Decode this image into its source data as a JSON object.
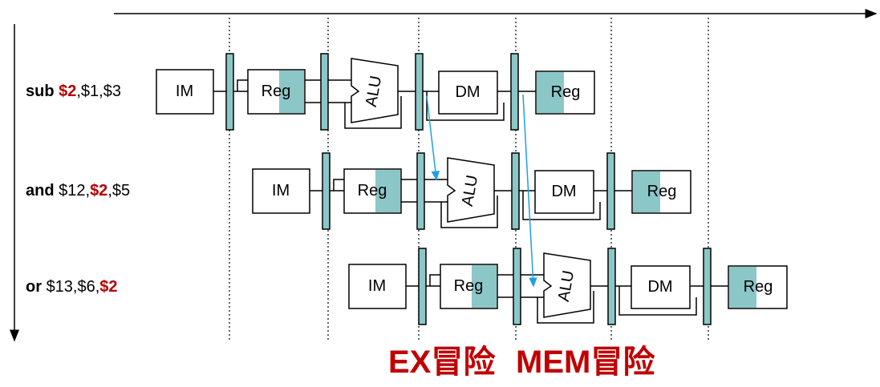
{
  "instructions": [
    {
      "op": "sub",
      "parts": [
        {
          "text": "$2",
          "highlight": true
        },
        {
          "text": ",$1,$3",
          "highlight": false
        }
      ]
    },
    {
      "op": "and",
      "parts": [
        {
          "text": "$12,",
          "highlight": false
        },
        {
          "text": "$2",
          "highlight": true
        },
        {
          "text": ",$5",
          "highlight": false
        }
      ]
    },
    {
      "op": "or",
      "parts": [
        {
          "text": "$13,$6,",
          "highlight": false
        },
        {
          "text": "$2",
          "highlight": true
        }
      ]
    }
  ],
  "stage_labels": {
    "im": "IM",
    "reg": "Reg",
    "alu": "ALU",
    "dm": "DM"
  },
  "captions": {
    "ex": "EX冒险",
    "mem": "MEM冒险"
  },
  "colors": {
    "register": "#8cc7c7",
    "forward_arrow": "#1ea0e6",
    "caption": "#c00000",
    "highlight": "#b40000"
  }
}
